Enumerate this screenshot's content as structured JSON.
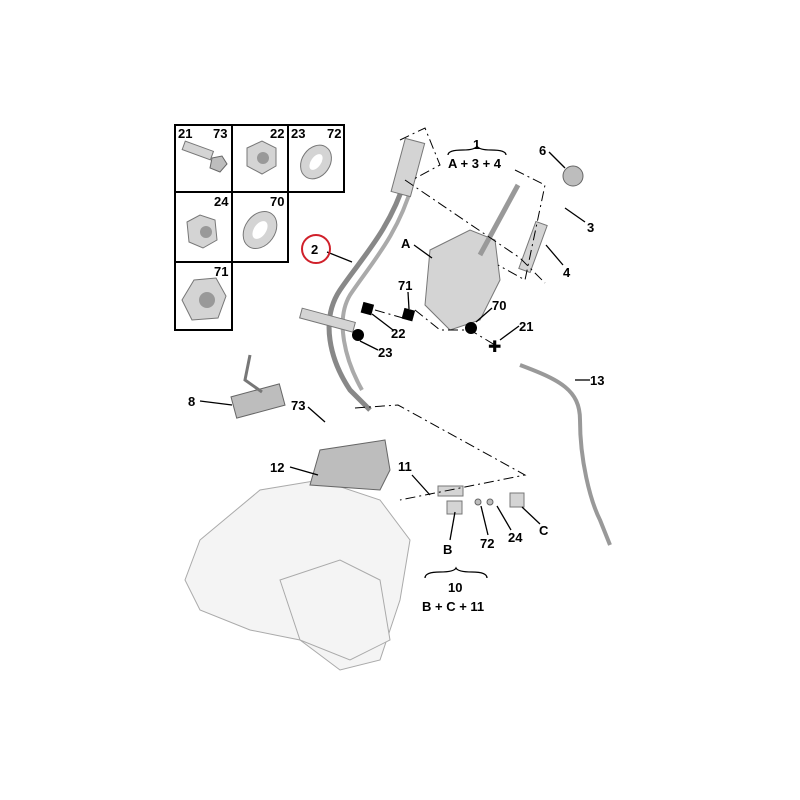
{
  "hardware_grid": {
    "cells": [
      {
        "left": "21",
        "right": "73",
        "part": "bolt"
      },
      {
        "right": "22",
        "part": "hex-nut"
      },
      {
        "left": "23",
        "right": "72",
        "part": "washer"
      },
      {
        "right": "24",
        "part": "cap-nut"
      },
      {
        "right": "70",
        "part": "washer"
      },
      {
        "right": "71",
        "part": "flange-nut"
      }
    ]
  },
  "callouts": {
    "c1": "1",
    "c1_formula": "A + 3 + 4",
    "c2": "2",
    "c3": "3",
    "c4": "4",
    "c6": "6",
    "cA": "A",
    "c71": "71",
    "c22": "22",
    "c23": "23",
    "c70": "70",
    "c21": "21",
    "c13": "13",
    "c8": "8",
    "c73": "73",
    "c12": "12",
    "c11": "11",
    "cB": "B",
    "c72": "72",
    "c24": "24",
    "cC": "C",
    "c10": "10",
    "c10_formula": "B + C + 11"
  },
  "colors": {
    "highlight_circle": "#d0202a"
  }
}
